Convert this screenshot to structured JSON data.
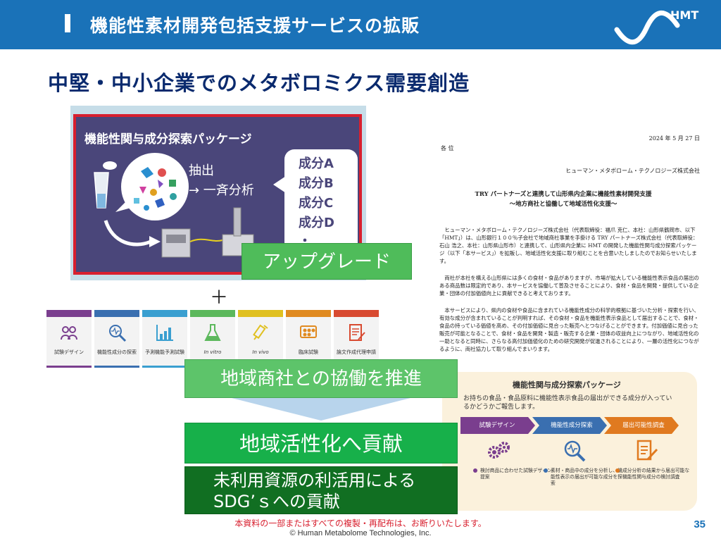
{
  "header": {
    "title": "機能性素材開発包括支援サービスの拡販",
    "logo_text": "HMT",
    "color": "#1a72b8"
  },
  "subtitle": "中堅・中小企業でのメタボロミクス需要創造",
  "package": {
    "title": "機能性関与成分探索パッケージ",
    "extract": "抽出",
    "analysis": "→ 一斉分析",
    "components": [
      "成分A",
      "成分B",
      "成分C",
      "成分D",
      "・"
    ]
  },
  "upgrade_label": "アップグレード",
  "plus": "＋",
  "steps": [
    {
      "label": "試験デザイン",
      "color": "#7a3e8e",
      "icon": "people-icon"
    },
    {
      "label": "機能性成分の探索",
      "color": "#3a6fb0",
      "icon": "magnifier-icon"
    },
    {
      "label": "予測機能予測試験",
      "color": "#3a9fd0",
      "icon": "chart-icon"
    },
    {
      "label": "In vitro",
      "color": "#5cb85c",
      "icon": "flask-icon"
    },
    {
      "label": "In vivo",
      "color": "#e0c020",
      "icon": "syringe-icon"
    },
    {
      "label": "臨床試験",
      "color": "#e08a20",
      "icon": "pills-icon"
    },
    {
      "label": "論文作成代理申請",
      "color": "#d84a30",
      "icon": "document-icon"
    }
  ],
  "document": {
    "date": "2024 年 5 月 27 日",
    "to": "各 位",
    "from": "ヒューマン・メタボローム・テクノロジーズ株式会社",
    "heading1": "TRY パートナーズと連携して山形県内企業に機能性素材開発支援",
    "heading2": "～地方商社と協働して地域活性化支援～",
    "paragraphs": [
      "ヒューマン・メタボローム・テクノロジーズ株式会社（代表取締役：福爪 克仁、本社：山形県鶴岡市、以下「HMT」）は、山形銀行１００％子会社で地域商社事業を手掛ける TRY パートナーズ株式会社（代表取締役：石山 浩之、本社：山形県山形市）と連携して、山形県内企業に HMT の開発した機能性関与成分探索パッケージ（以下「本サービス」）を拡販し、地域活性化支援に取り組むことを合意いたしましたのでお知らせいたします。",
      "両社が本社を構える山形県には多くの食材・食品がありますが、市場が拡大している機能性表示食品の届出のある商品数は限定的であり、本サービスを協働して普及させることにより、食材・食品を開発・提供している企業・団体の付加価値向上に貢献できると考えております。",
      "本サービスにより、県内の食材や食品に含まれている機能性成分の科学的根拠に基づいた分析・探索を行い、有効な成分が含まれていることが判明すれば、その食材・食品を機能性表示食品として届出することで、食材・食品の持っている価値を高め、その付加価値に見合った販売へとつなげることができます。付加価値に見合った販売が可能となることで、食材・食品を開発・製造・販売する企業・団体の収益向上につながり、地域活性化の一助となると同時に、さらなる高付加価値化のための研究開発が促進されることにより、一層の活性化につながるように、両社協力して取り組んでまいります。"
    ]
  },
  "side_card": {
    "title": "機能性関与成分探索パッケージ",
    "description": "お持ちの食品・食品原料に機能性表示食品の届出ができる成分が入っているかどうかご報告します。",
    "stages": [
      {
        "label": "試験デザイン",
        "color": "#7a3e8e"
      },
      {
        "label": "機能性成分探索",
        "color": "#3a6fb0"
      },
      {
        "label": "届出可能性調査",
        "color": "#e07a20"
      }
    ],
    "notes": [
      {
        "text": "検討商品に合わせた試験デザイン提案",
        "color": "#7a3e8e",
        "icon": "gears-icon"
      },
      {
        "text": "素材・商品中の成分を分析し、機能性表示の届出が可能な成分を探索",
        "color": "#3a6fb0",
        "icon": "magnifier-icon"
      },
      {
        "text": "成分分析の結果から届出可能な機能性関与成分の検討調査",
        "color": "#e07a20",
        "icon": "document-pen-icon"
      }
    ]
  },
  "flow": {
    "cooperation": "地域商社との協働を推進",
    "contribution": "地域活性化へ貢献",
    "sdg_line1": "未利用資源の利活用による",
    "sdg_line2": "SDG’ｓへの貢献"
  },
  "footer": {
    "notice": "本資料の一部またはすべての複製・再配布は、お断りいたします。",
    "copyright": "© Human Metabolome Technologies, Inc.",
    "page_number": "35"
  }
}
